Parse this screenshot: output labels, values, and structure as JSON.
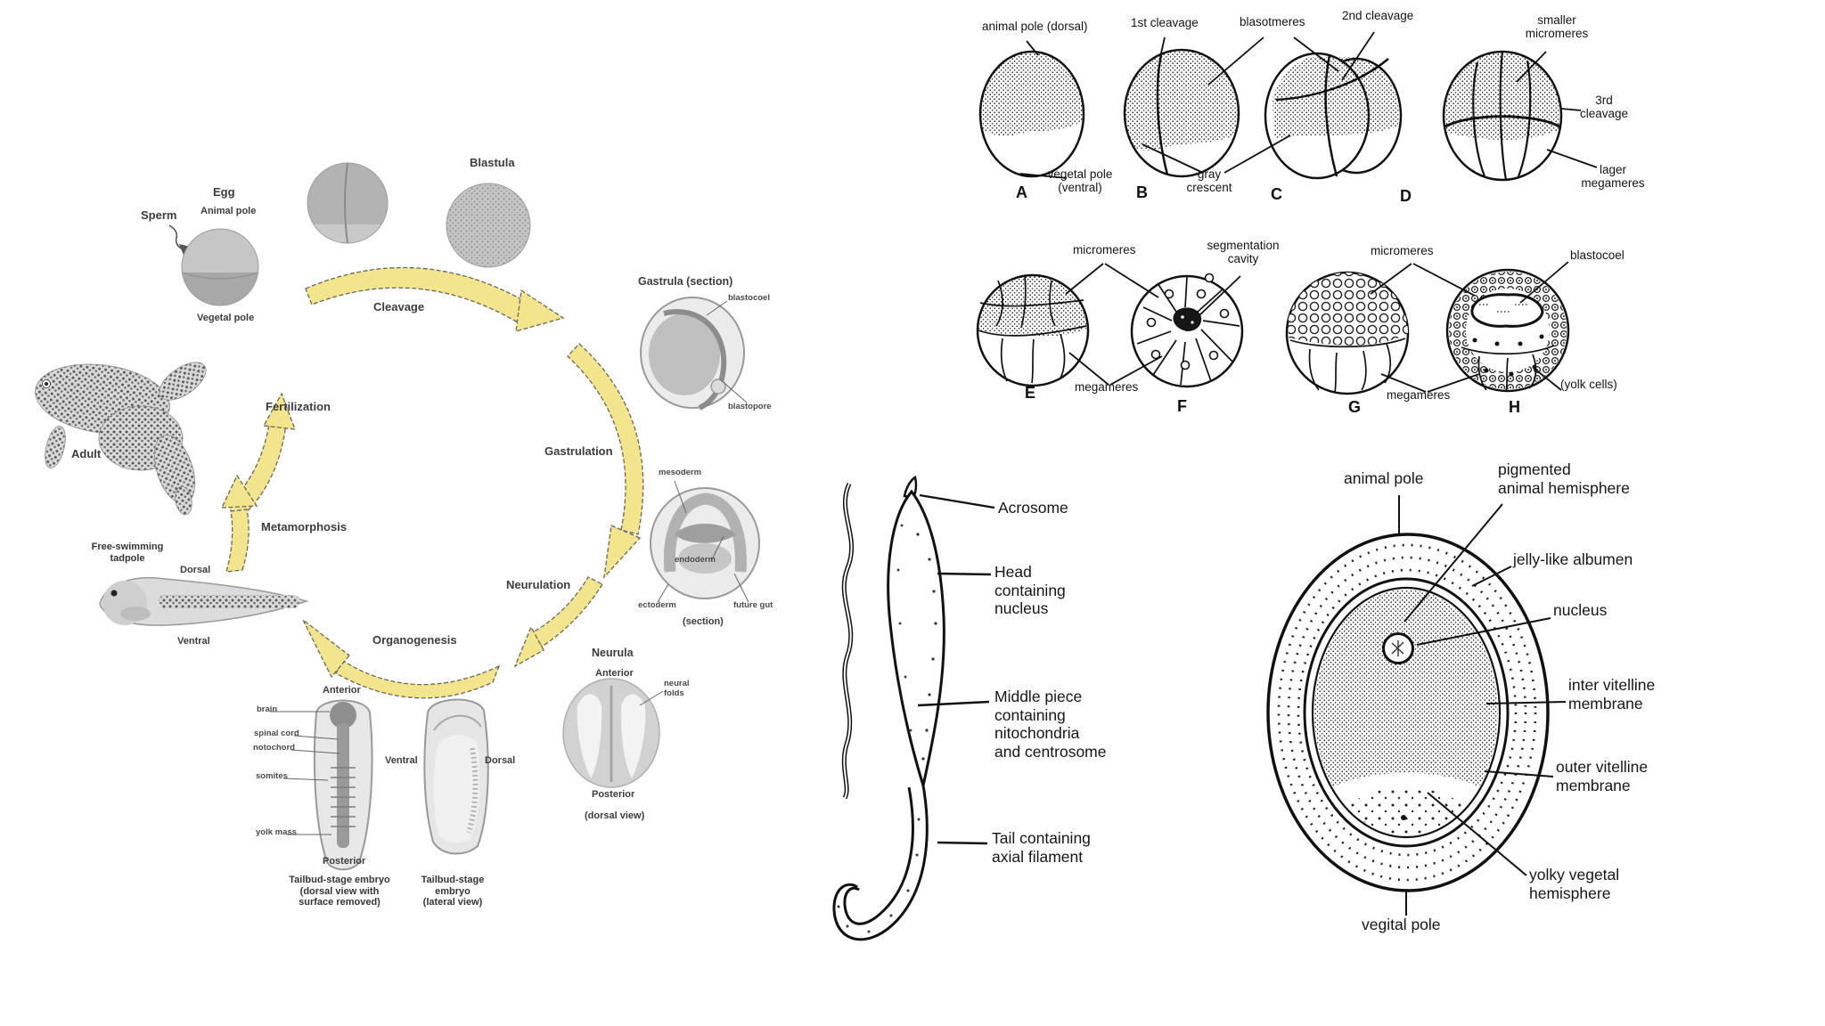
{
  "document": {
    "description": "Frog embryonic development diagram sheet",
    "background": "#ffffff"
  },
  "colors": {
    "arrow_fill": "#f2e58e",
    "arrow_outline": "#6b6657",
    "ink": "#1c1c1c",
    "lifecycle_ink": "#3c3c3c"
  },
  "lifecycle": {
    "sperm": "Sperm",
    "egg": "Egg",
    "animal_pole": "Animal pole",
    "vegetal_pole": "Vegetal pole",
    "blastula": "Blastula",
    "cleavage": "Cleavage",
    "fertilization": "Fertilization",
    "adult": "Adult",
    "metamorphosis": "Metamorphosis",
    "free_swimming_tadpole": "Free-swimming\ntadpole",
    "tadpole_dorsal": "Dorsal",
    "tadpole_ventral": "Ventral",
    "gastrula_section": "Gastrula (section)",
    "blastocoel": "blastocoel",
    "blastopore": "blastopore",
    "gastrulation": "Gastrulation",
    "mesoderm": "mesoderm",
    "endoderm": "endoderm",
    "ectoderm": "ectoderm",
    "future_gut": "future gut",
    "section": "(section)",
    "neurulation": "Neurulation",
    "neurula": "Neurula",
    "neurula_anterior": "Anterior",
    "neural_folds": "neural\nfolds",
    "neurula_posterior": "Posterior",
    "neurula_dorsal_view": "(dorsal view)",
    "organogenesis": "Organogenesis",
    "tailbud_anterior": "Anterior",
    "brain": "brain",
    "spinal_cord": "spinal cord",
    "notochord": "notochord",
    "somites": "somites",
    "yolk_mass": "yolk mass",
    "tailbud_posterior": "Posterior",
    "tailbud_ventral": "Ventral",
    "tailbud_dorsal": "Dorsal",
    "tailbud_dorsal_caption": "Tailbud-stage embryo\n(dorsal view with\nsurface removed)",
    "tailbud_lateral_caption": "Tailbud-stage\nembryo\n(lateral view)"
  },
  "cleavage_series": {
    "animal_pole_dorsal": "animal pole (dorsal)",
    "first_cleavage": "1st cleavage",
    "blastomeres": "blasotmeres",
    "second_cleavage": "2nd cleavage",
    "smaller_micromeres": "smaller\nmicromeres",
    "third_cleavage": "3rd\ncleavage",
    "lager_megameres": "lager\nmegameres",
    "vegetal_pole_ventral": "vegetal pole\n(ventral)",
    "gray_crescent": "gray\ncrescent",
    "micromeres_ef": "micromeres",
    "segmentation_cavity": "segmentation\ncavity",
    "megameres_ef": "megameres",
    "micromeres_gh": "micromeres",
    "blastocoel": "blastocoel",
    "megameres_gh": "megameres",
    "yolk_cells": "(yolk cells)",
    "letter_a": "A",
    "letter_b": "B",
    "letter_c": "C",
    "letter_d": "D",
    "letter_e": "E",
    "letter_f": "F",
    "letter_g": "G",
    "letter_h": "H"
  },
  "sperm_diagram": {
    "acrosome": "Acrosome",
    "head": "Head\ncontaining\nnucleus",
    "middle_piece": "Middle piece\ncontaining\nnitochondria\nand centrosome",
    "tail": "Tail containing\naxial filament"
  },
  "egg_diagram": {
    "animal_pole": "animal pole",
    "pigmented_animal_hemisphere": "pigmented\nanimal hemisphere",
    "jelly_like_albumen": "jelly-like albumen",
    "nucleus": "nucleus",
    "inter_vitelline_membrane": "inter vitelline\nmembrane",
    "outer_vitelline_membrane": "outer vitelline\nmembrane",
    "yolky_vegetal_hemisphere": "yolky vegetal\nhemisphere",
    "vegital_pole": "vegital pole"
  }
}
